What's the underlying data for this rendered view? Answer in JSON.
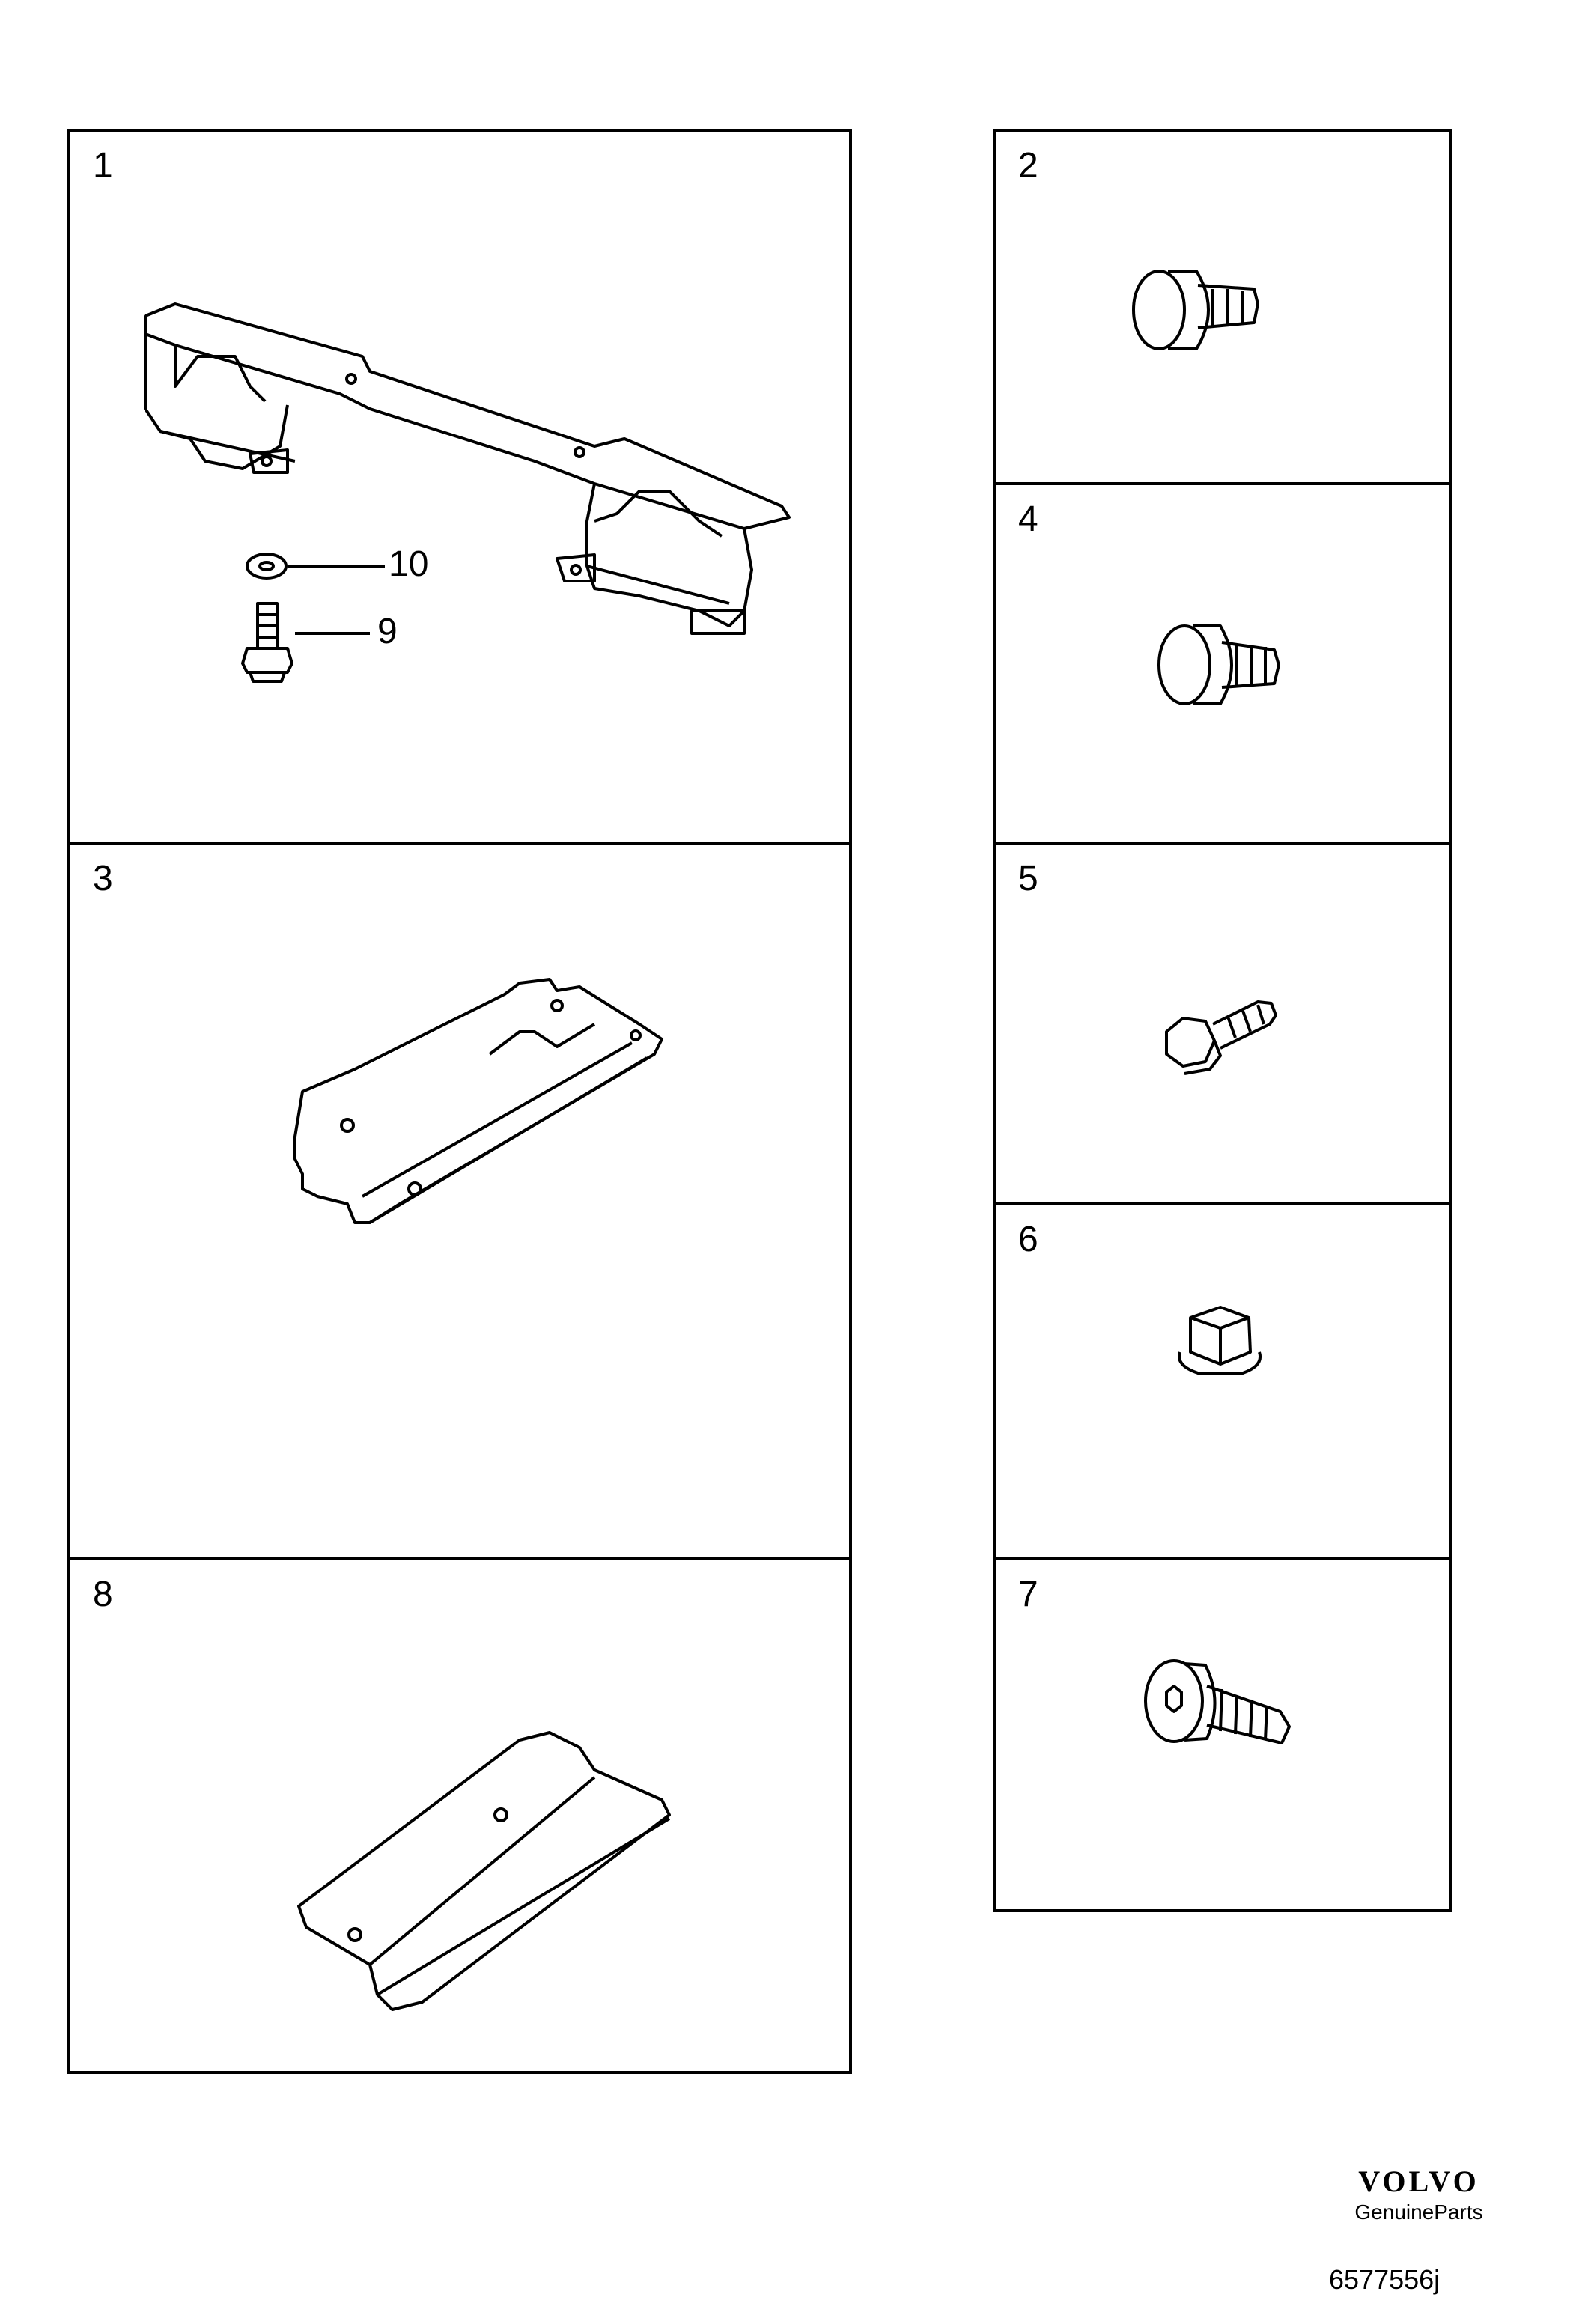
{
  "panels": {
    "p1": {
      "number": "1"
    },
    "p2": {
      "number": "2"
    },
    "p3": {
      "number": "3"
    },
    "p4": {
      "number": "4"
    },
    "p5": {
      "number": "5"
    },
    "p6": {
      "number": "6"
    },
    "p7": {
      "number": "7"
    },
    "p8": {
      "number": "8"
    }
  },
  "callouts": {
    "washer": "10",
    "bolt": "9"
  },
  "brand": {
    "logo": "VOLVO",
    "subtitle": "GenuineParts"
  },
  "reference": "6577556j",
  "colors": {
    "line": "#000000",
    "background": "#ffffff"
  }
}
